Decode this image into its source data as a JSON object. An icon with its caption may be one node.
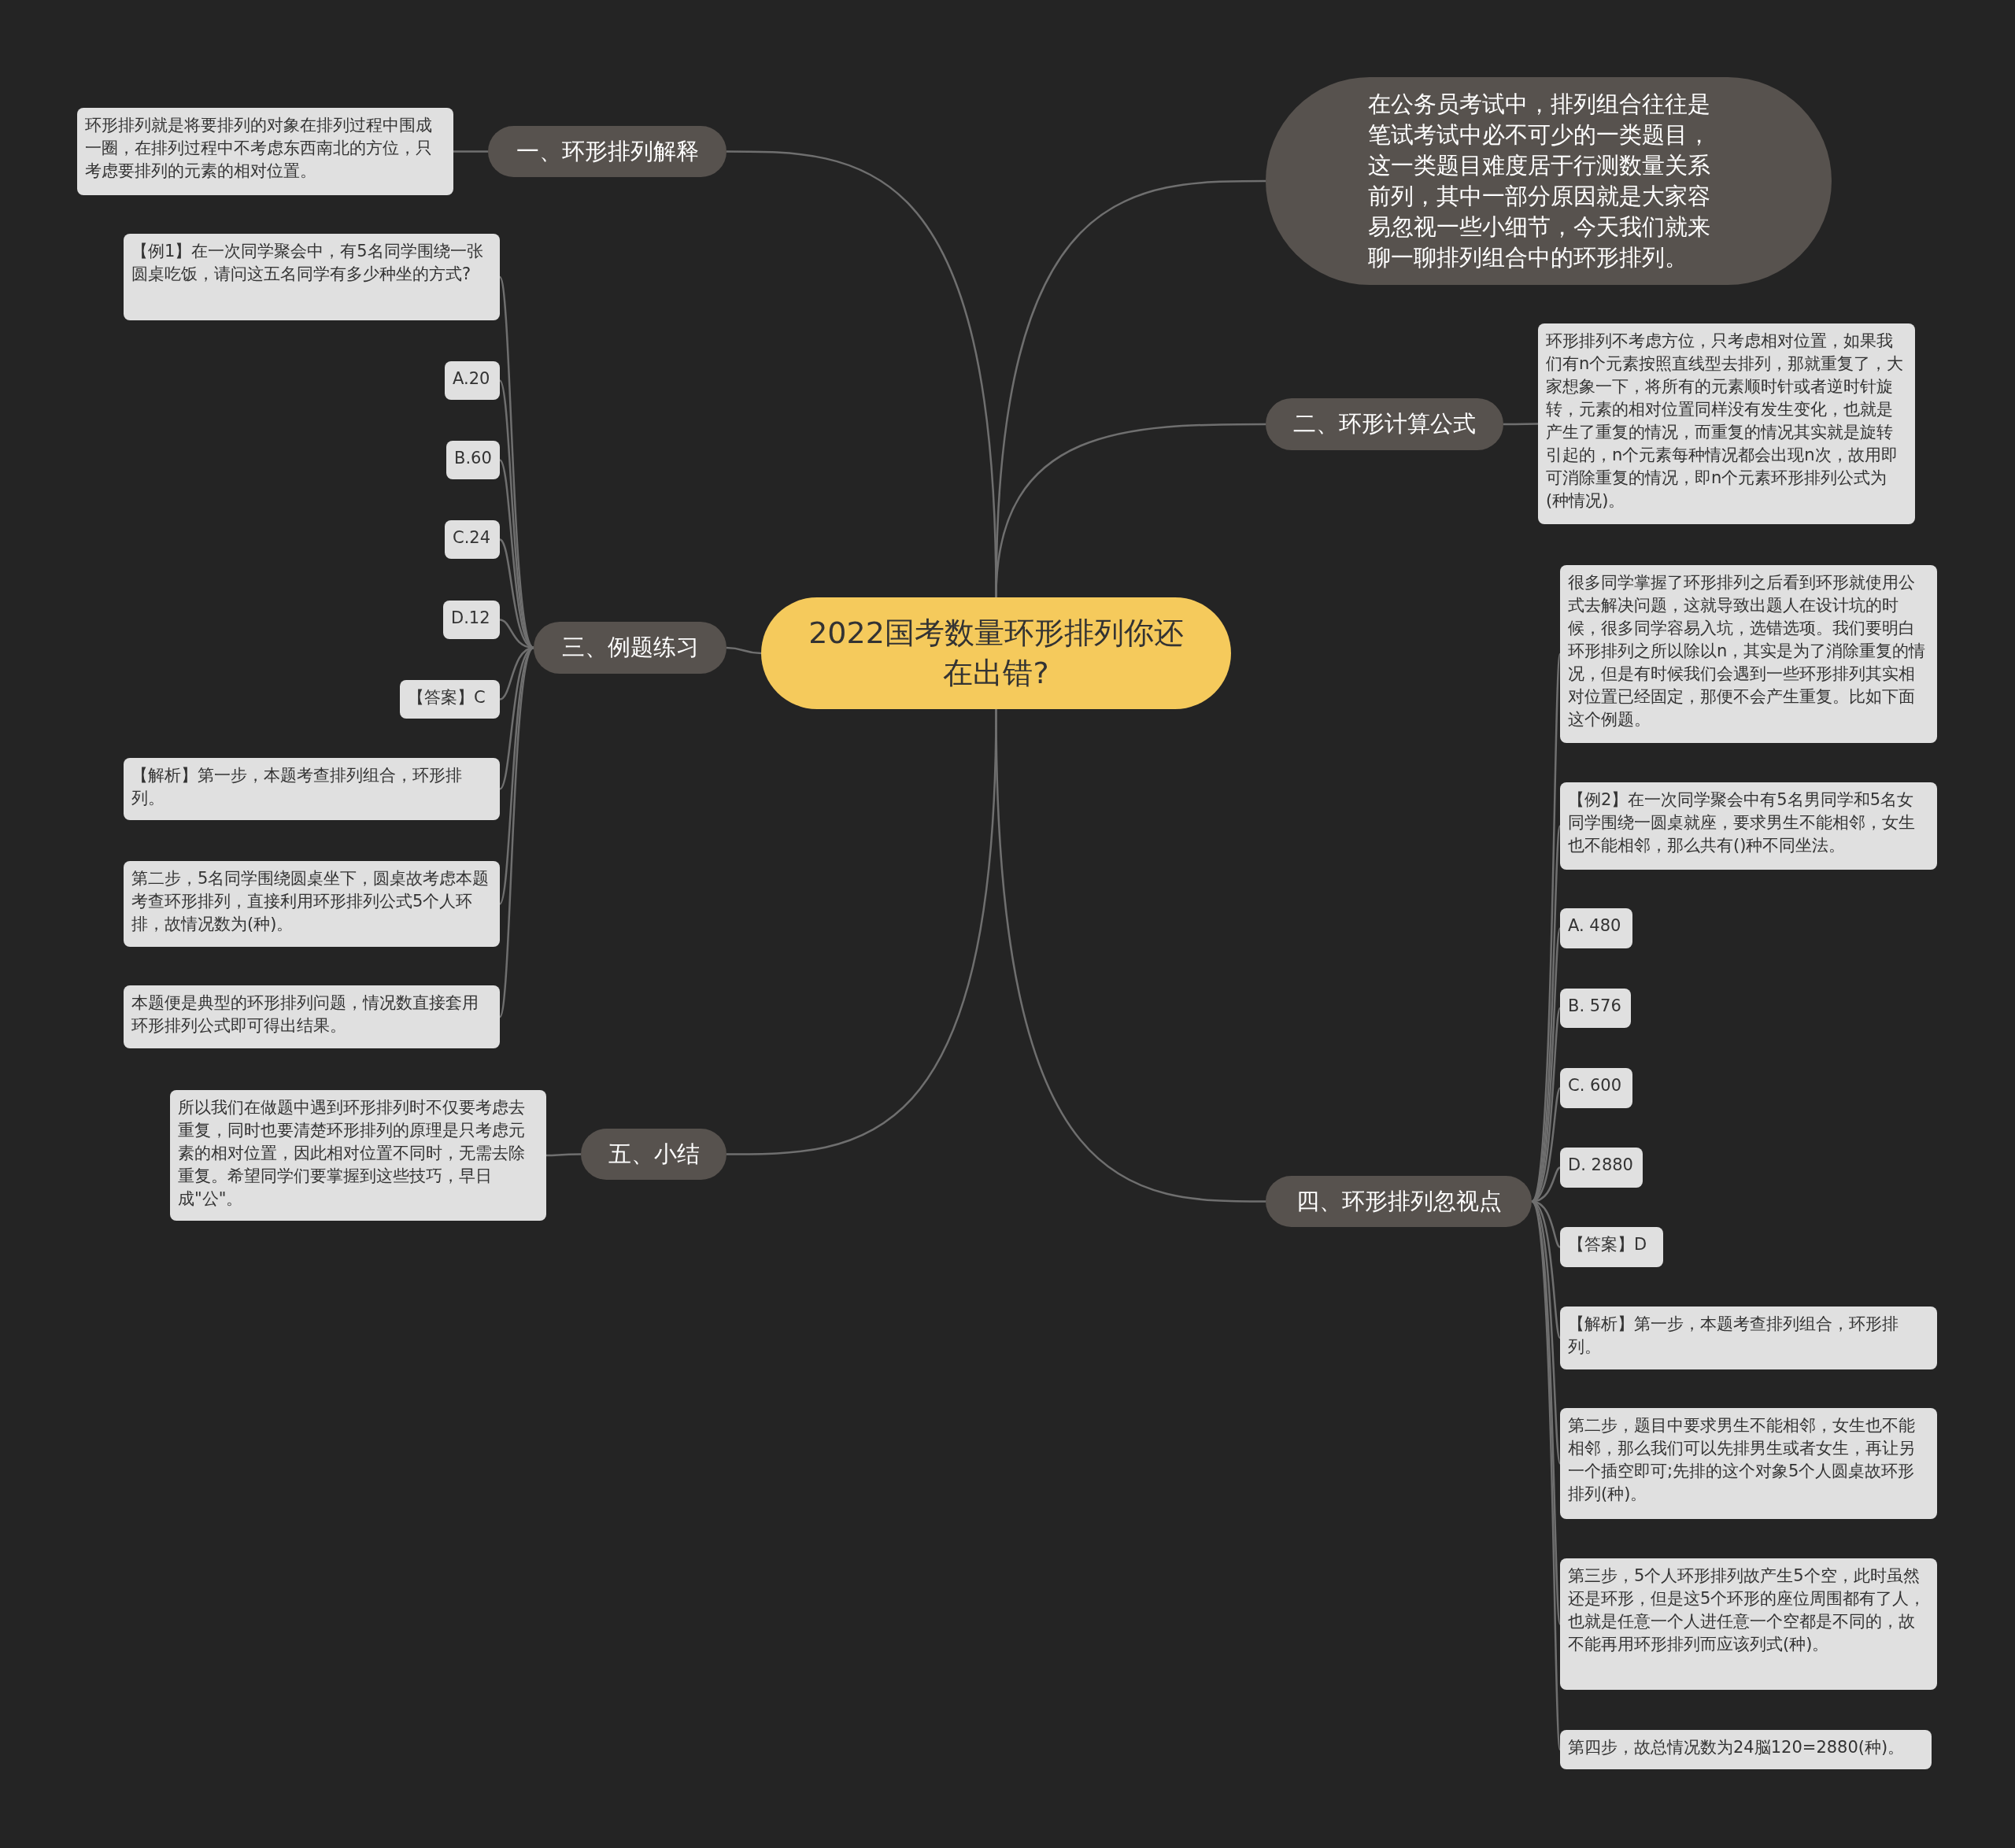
{
  "diagram": {
    "nodes": [
      {
        "text": [
          "2022国考数量环形排列你还在出错?"
        ]
      },
      {
        "text": [
          "一、环形排列解释"
        ]
      },
      {
        "text": [
          "环形排列就是将要排列的对象在排列过程中围成一圈，在排列过程中不考虑东西南北的方位，只考虑要排列的元素的相对位置。"
        ]
      },
      {
        "text": [
          "在公务员考试中，排列组合往往是笔试考试中必不可少的一类题目，这一类题目难度居于行测数量关系前列，其中一部分原因就是大家容易忽视一些小细节，今天我们就来聊一聊排列组合中的环形排列。"
        ]
      },
      {
        "text": [
          "二、环形计算公式"
        ]
      },
      {
        "text": [
          "环形排列不考虑方位，只考虑相对位置，如果我们有n个元素按照直线型去排列，那就重复了，大家想象一下，将所有的元素顺时针或者逆时针旋转，元素的相对位置同样没有发生变化，也就是产生了重复的情况，而重复的情况其实就是旋转引起的，n个元素每种情况都会出现n次，故用即可消除重复的情况，即n个元素环形排列公式为(种情况)。"
        ]
      },
      {
        "text": [
          "三、例题练习"
        ]
      },
      {
        "text": [
          "【例1】在一次同学聚会中，有5名同学围绕一张圆桌吃饭，请问这五名同学有多少种坐的方式?"
        ]
      },
      {
        "text": [
          "A.20"
        ]
      },
      {
        "text": [
          "B.60"
        ]
      },
      {
        "text": [
          "C.24"
        ]
      },
      {
        "text": [
          "D.12"
        ]
      },
      {
        "text": [
          "【答案】C"
        ]
      },
      {
        "text": [
          "【解析】第一步，本题考查排列组合，环形排列。"
        ]
      },
      {
        "text": [
          "第二步，5名同学围绕圆桌坐下，圆桌故考虑本题考查环形排列，直接利用环形排列公式5个人环排，故情况数为(种)。"
        ]
      },
      {
        "text": [
          "本题便是典型的环形排列问题，情况数直接套用环形排列公式即可得出结果。"
        ]
      },
      {
        "text": [
          "五、小结"
        ]
      },
      {
        "text": [
          "所以我们在做题中遇到环形排列时不仅要考虑去重复，同时也要清楚环形排列的原理是只考虑元素的相对位置，因此相对位置不同时，无需去除重复。希望同学们要掌握到这些技巧，早日成\"公\"。"
        ]
      },
      {
        "text": [
          "四、环形排列忽视点"
        ]
      },
      {
        "text": [
          "很多同学掌握了环形排列之后看到环形就使用公式去解决问题，这就导致出题人在设计坑的时候，很多同学容易入坑，选错选项。我们要明白环形排列之所以除以n，其实是为了消除重复的情况，但是有时候我们会遇到一些环形排列其实相对位置已经固定，那便不会产生重复。比如下面这个例题。"
        ]
      },
      {
        "text": [
          "【例2】在一次同学聚会中有5名男同学和5名女同学围绕一圆桌就座，要求男生不能相邻，女生也不能相邻，那么共有()种不同坐法。"
        ]
      },
      {
        "text": [
          "A. 480"
        ]
      },
      {
        "text": [
          "B. 576"
        ]
      },
      {
        "text": [
          "C. 600"
        ]
      },
      {
        "text": [
          "D. 2880"
        ]
      },
      {
        "text": [
          "【答案】D"
        ]
      },
      {
        "text": [
          "【解析】第一步，本题考查排列组合，环形排列。"
        ]
      },
      {
        "text": [
          "第二步，题目中要求男生不能相邻，女生也不能相邻，那么我们可以先排男生或者女生，再让另一个插空即可;先排的这个对象5个人圆桌故环形排列(种)。"
        ]
      },
      {
        "text": [
          "第三步，5个人环形排列故产生5个空，此时虽然还是环形，但是这5个环形的座位周围都有了人，也就是任意一个人进任意一个空都是不同的，故不能再用环形排列而应该列式(种)。"
        ]
      },
      {
        "text": [
          "第四步，故总情况数为24脳120=2880(种)。"
        ]
      }
    ],
    "edges": [
      {
        "from": 0,
        "to": 1,
        "arrow": "none"
      },
      {
        "from": 1,
        "to": 2,
        "arrow": "none"
      },
      {
        "from": 0,
        "to": 3,
        "arrow": "none"
      },
      {
        "from": 0,
        "to": 4,
        "arrow": "none"
      },
      {
        "from": 4,
        "to": 5,
        "arrow": "none"
      },
      {
        "from": 0,
        "to": 6,
        "arrow": "none"
      },
      {
        "from": 6,
        "to": 7,
        "arrow": "none"
      },
      {
        "from": 6,
        "to": 8,
        "arrow": "none"
      },
      {
        "from": 6,
        "to": 9,
        "arrow": "none"
      },
      {
        "from": 6,
        "to": 10,
        "arrow": "none"
      },
      {
        "from": 6,
        "to": 11,
        "arrow": "none"
      },
      {
        "from": 6,
        "to": 12,
        "arrow": "none"
      },
      {
        "from": 6,
        "to": 13,
        "arrow": "none"
      },
      {
        "from": 6,
        "to": 14,
        "arrow": "none"
      },
      {
        "from": 6,
        "to": 15,
        "arrow": "none"
      },
      {
        "from": 0,
        "to": 16,
        "arrow": "none"
      },
      {
        "from": 16,
        "to": 17,
        "arrow": "none"
      },
      {
        "from": 0,
        "to": 18,
        "arrow": "none"
      },
      {
        "from": 18,
        "to": 19,
        "arrow": "none"
      },
      {
        "from": 18,
        "to": 20,
        "arrow": "none"
      },
      {
        "from": 18,
        "to": 21,
        "arrow": "none"
      },
      {
        "from": 18,
        "to": 22,
        "arrow": "none"
      },
      {
        "from": 18,
        "to": 23,
        "arrow": "none"
      },
      {
        "from": 18,
        "to": 24,
        "arrow": "none"
      },
      {
        "from": 18,
        "to": 25,
        "arrow": "none"
      },
      {
        "from": 18,
        "to": 26,
        "arrow": "none"
      },
      {
        "from": 18,
        "to": 27,
        "arrow": "none"
      },
      {
        "from": 18,
        "to": 28,
        "arrow": "none"
      },
      {
        "from": 18,
        "to": 29,
        "arrow": "none"
      }
    ]
  }
}
